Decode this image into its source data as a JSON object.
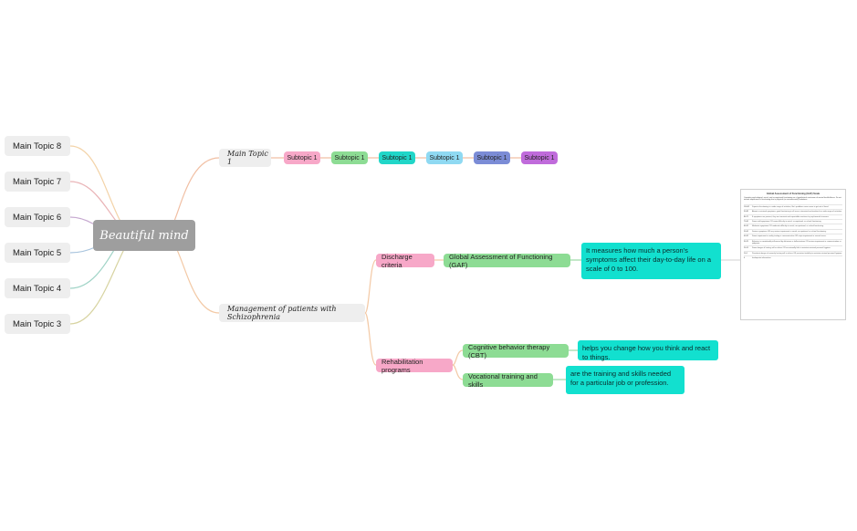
{
  "colors": {
    "central": "#9e9e9e",
    "left_topic": "#eeeeee",
    "pink": "#f7a8c8",
    "green": "#8ddc94",
    "teal": "#21d6c8",
    "light_blue": "#8fd9f2",
    "indigo": "#7b8cd6",
    "purple": "#c06bdb",
    "note": "#12e0cf",
    "curve_top": "#f1bfa3",
    "curve_mid": "#f3c9a5",
    "curve_green": "#9bd8a5"
  },
  "mindmap": {
    "central": "Beautiful mind",
    "left_topics": [
      "Main Topic 8",
      "Main Topic 7",
      "Main Topic 6",
      "Main Topic 5",
      "Main Topic 4",
      "Main Topic 3"
    ],
    "main_topic_1": {
      "label": "Main Topic 1",
      "subtopics": [
        "Subtopic 1",
        "Subtopic 1",
        "Subtopic 1",
        "Subtopic 1",
        "Subtopic 1",
        "Subtopic 1"
      ]
    },
    "management": {
      "label": "Management of patients with  Schizophrenia",
      "discharge": {
        "label": "Discharge criteria",
        "gaf": {
          "label": "Global Assessment of Functioning (GAF)",
          "note": "It measures how much a person's symptoms affect their day-to-day life on a scale of 0 to 100."
        }
      },
      "rehab": {
        "label": "Rehabilitation programs",
        "cbt": {
          "label": "Cognitive behavior therapy (CBT)",
          "note": "helps you change how you think and react to things."
        },
        "vocational": {
          "label": "Vocational training and skills",
          "note": "are the training and skills needed for a particular job or profession."
        }
      }
    },
    "gaf_scale_doc": {
      "title": "Global Assessment of Functioning (GAF) Scale",
      "intro": "Consider psychological, social, and occupational functioning on a hypothetical continuum of mental health-illness. Do not include impairment in functioning due to physical (or environmental) limitations.",
      "rows": [
        {
          "range": "100-91",
          "text": "Superior functioning in a wide range of activities, life's problems never seem to get out of hand."
        },
        {
          "range": "90-81",
          "text": "Absent or minimal symptoms, good functioning in all areas, interested and involved in a wide range of activities."
        },
        {
          "range": "80-71",
          "text": "If symptoms are present, they are transient and expectable reactions to psychosocial stressors."
        },
        {
          "range": "70-61",
          "text": "Some mild symptoms OR some difficulty in social, occupational, or school functioning."
        },
        {
          "range": "60-51",
          "text": "Moderate symptoms OR moderate difficulty in social, occupational, or school functioning."
        },
        {
          "range": "50-41",
          "text": "Serious symptoms OR any serious impairment in social, occupational, or school functioning."
        },
        {
          "range": "40-31",
          "text": "Some impairment in reality testing or communication OR major impairment in several areas."
        },
        {
          "range": "30-21",
          "text": "Behavior is considerably influenced by delusions or hallucinations OR serious impairment in communication or judgment."
        },
        {
          "range": "20-11",
          "text": "Some danger of hurting self or others OR occasionally fails to maintain minimal personal hygiene."
        },
        {
          "range": "10-1",
          "text": "Persistent danger of severely hurting self or others OR persistent inability to maintain minimal personal hygiene."
        },
        {
          "range": "0",
          "text": "Inadequate information."
        }
      ]
    }
  }
}
